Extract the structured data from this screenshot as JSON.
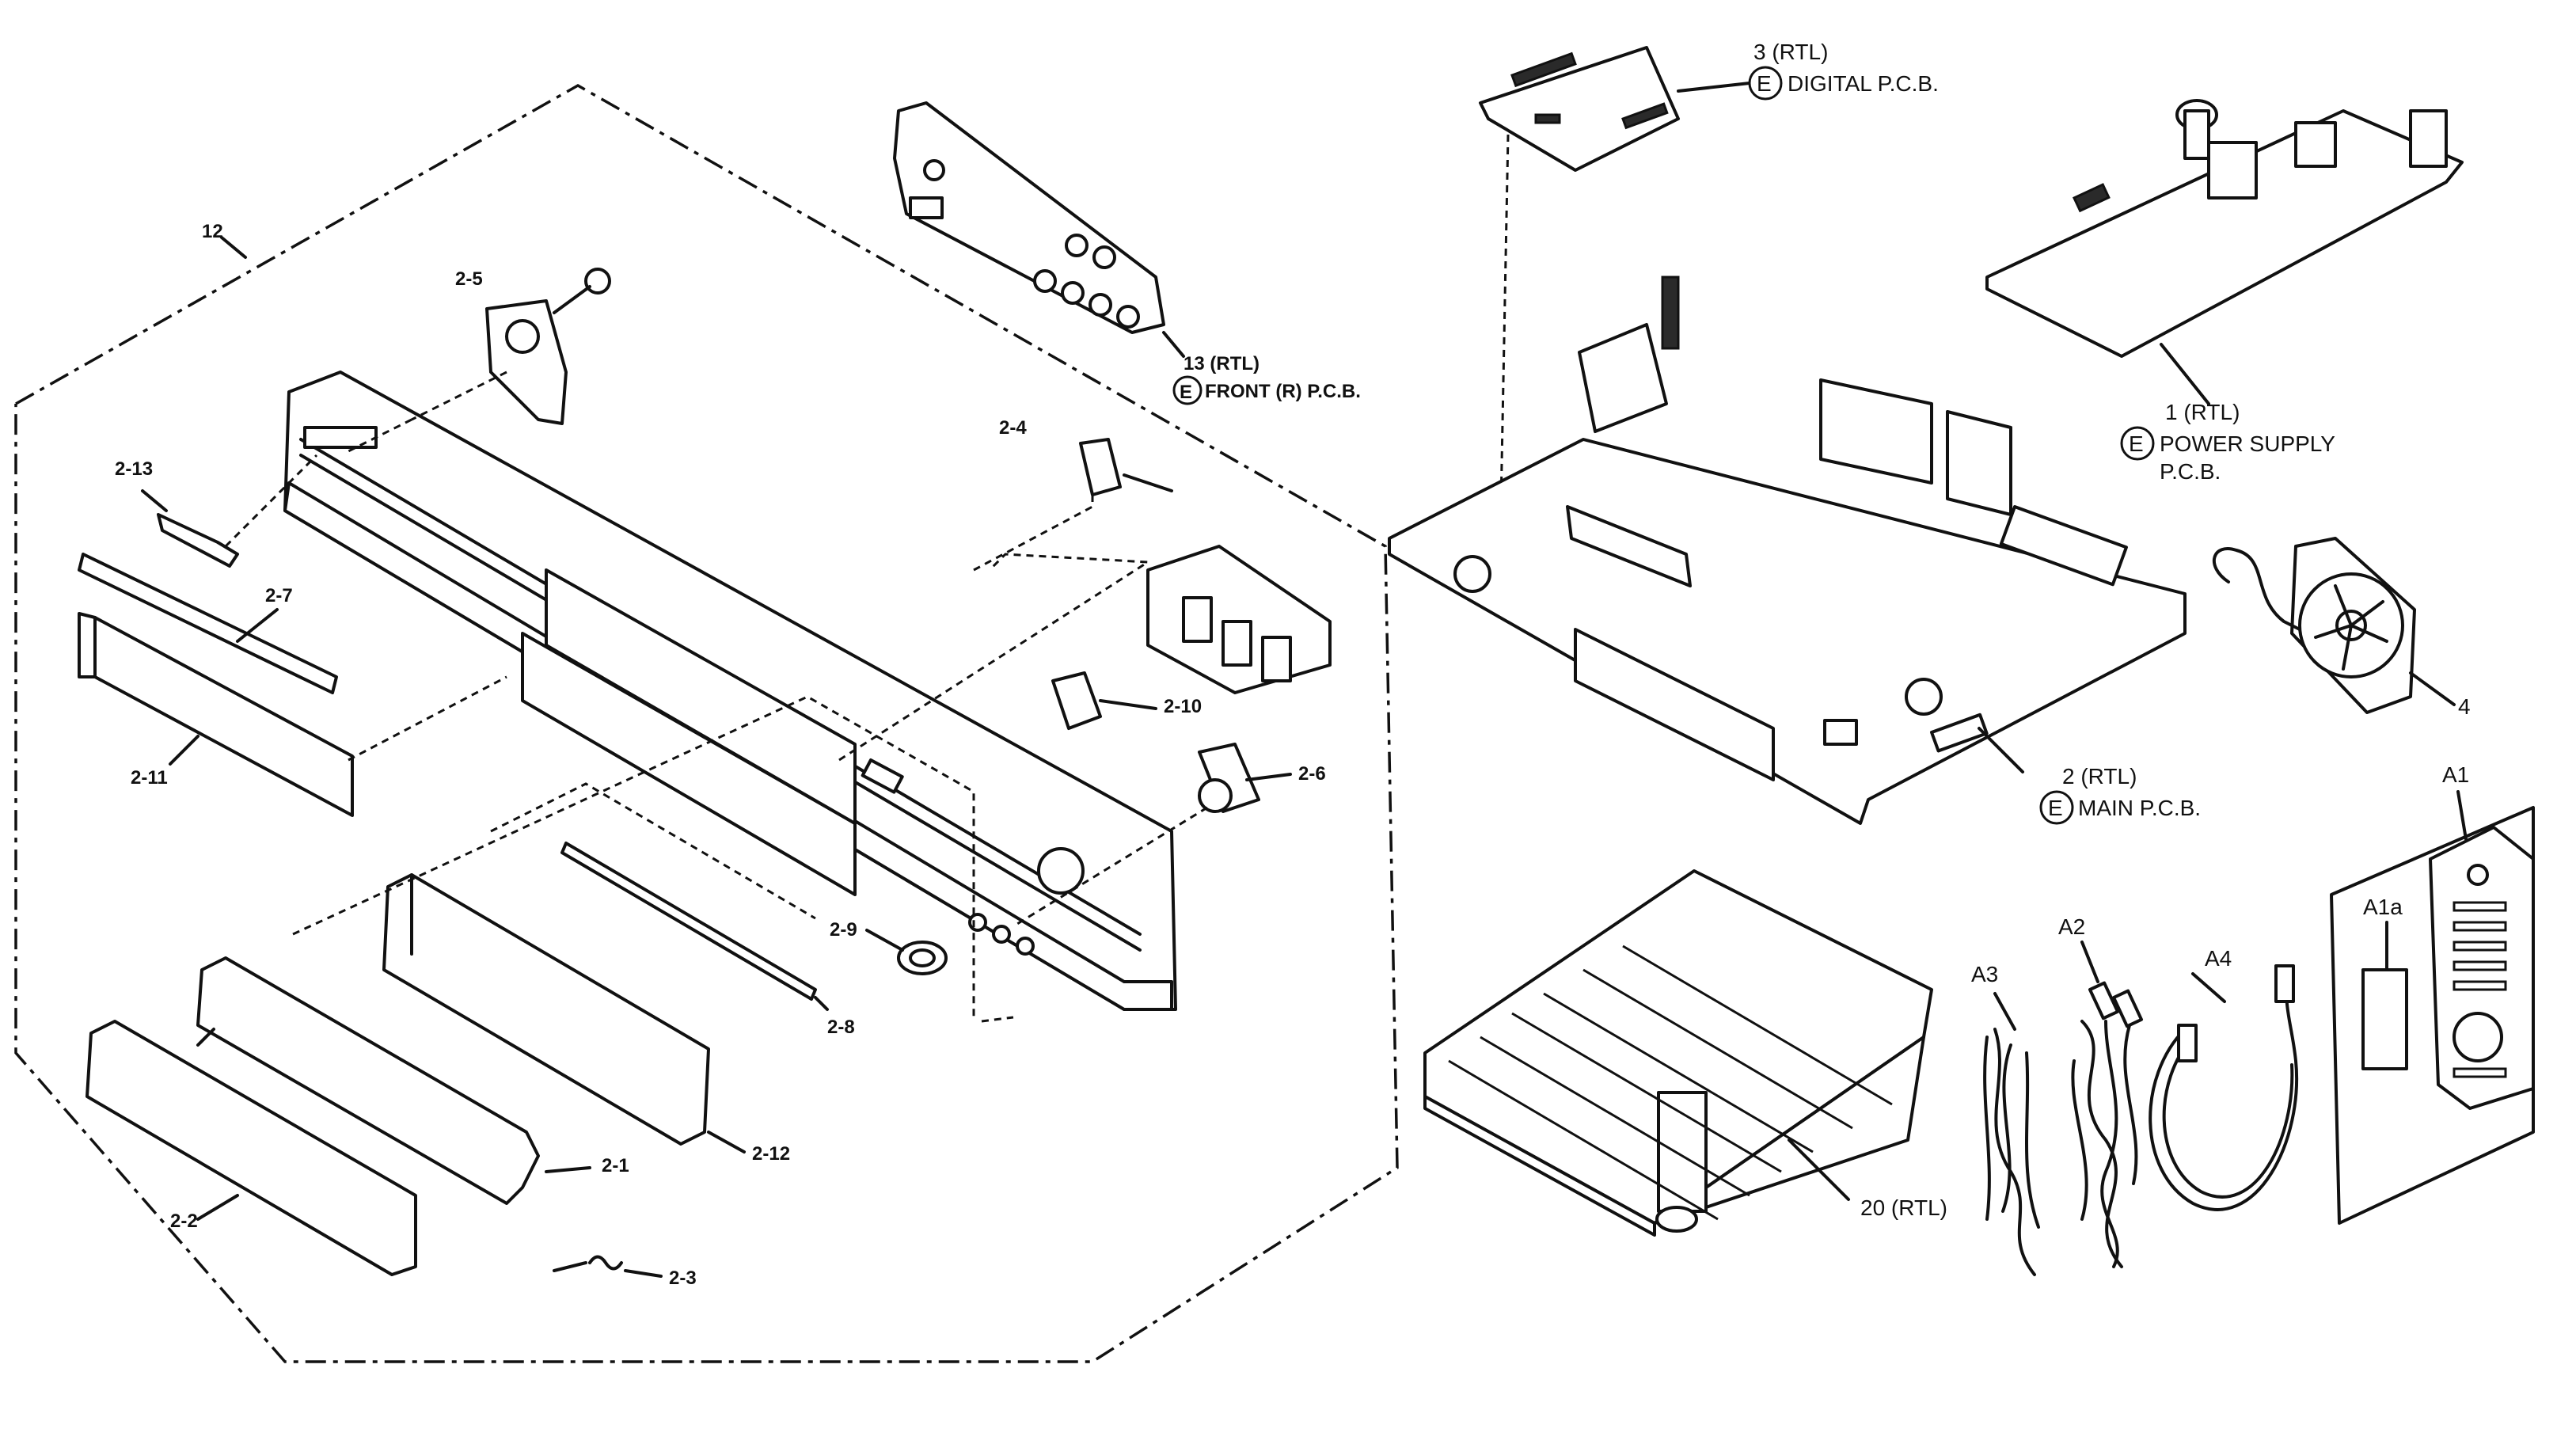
{
  "labels": {
    "l12": "12",
    "l2_5": "2-5",
    "l2_13": "2-13",
    "l2_7": "2-7",
    "l2_11": "2-11",
    "l2_4": "2-4",
    "l2_10": "2-10",
    "l2_6": "2-6",
    "l2_9": "2-9",
    "l2_8": "2-8",
    "l2_12": "2-12",
    "l2_1": "2-1",
    "l2_2": "2-2",
    "l2_3": "2-3",
    "l13": "13 (RTL)",
    "l13_name": "FRONT (R) P.C.B.",
    "l3": "3 (RTL)",
    "l3_name": "DIGITAL P.C.B.",
    "l1": "1 (RTL)",
    "l1_name": "POWER SUPPLY",
    "l1_name2": "P.C.B.",
    "l2": "2 (RTL)",
    "l2_name": "MAIN P.C.B.",
    "l4": "4",
    "lA1": "A1",
    "lA1a": "A1a",
    "lA2": "A2",
    "lA3": "A3",
    "lA4": "A4",
    "l20": "20 (RTL)",
    "e_mark": "E"
  }
}
